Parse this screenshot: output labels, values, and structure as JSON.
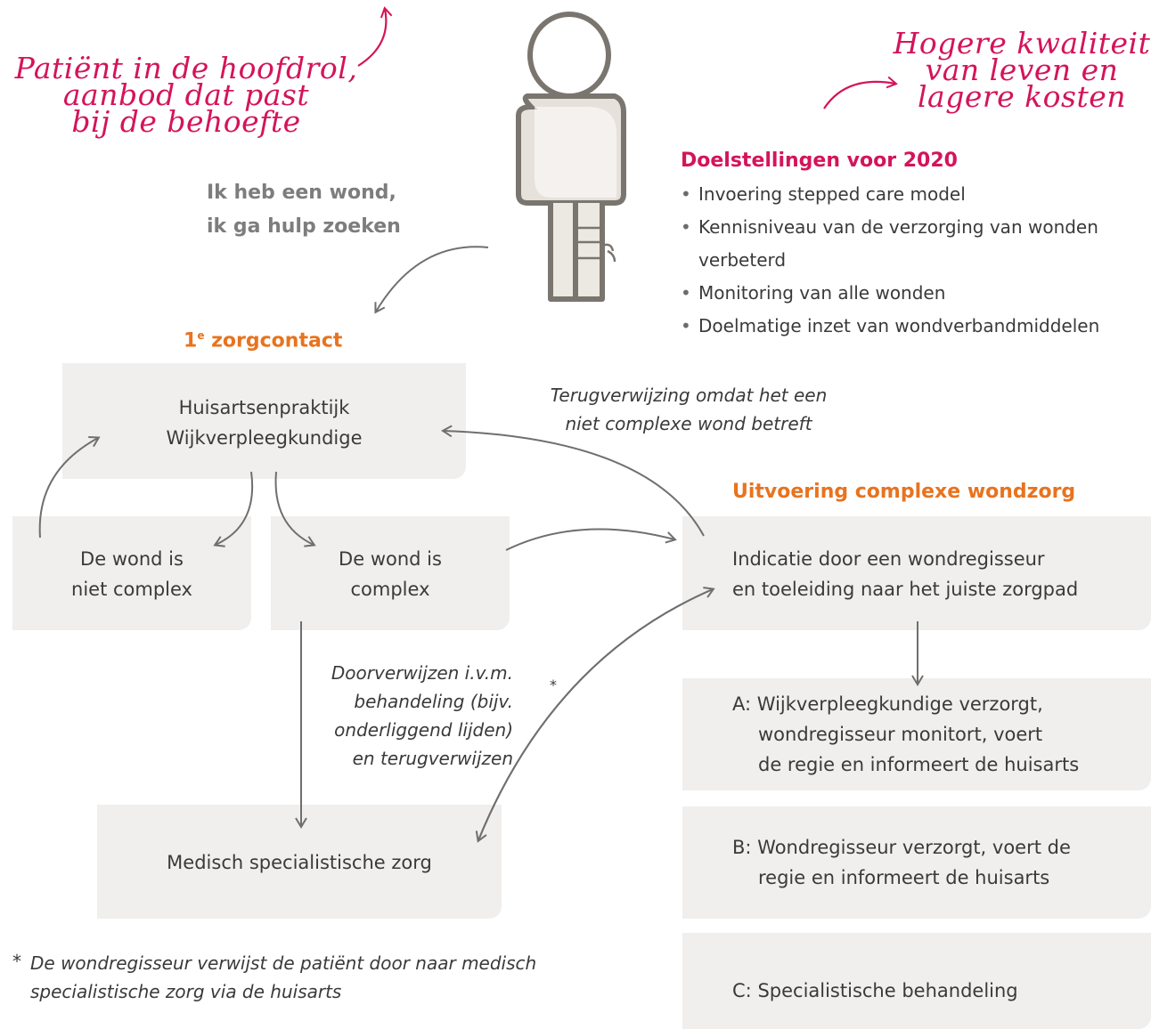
{
  "handwritten": {
    "patient": [
      "Patiënt in de hoofdrol,",
      "aanbod dat past",
      "bij de behoefte"
    ],
    "quality": [
      "Hogere kwaliteit",
      "van leven en",
      "lagere kosten"
    ]
  },
  "patient_quote": [
    "Ik heb een wond,",
    "ik ga hulp zoeken"
  ],
  "goals": {
    "title": "Doelstellingen voor 2020",
    "items": [
      "Invoering stepped care model",
      "Kennisniveau van de verzorging van wonden verbeterd",
      "Monitoring van alle wonden",
      "Doelmatige inzet van wondverbandmiddelen"
    ]
  },
  "first_contact": {
    "prefix": "1",
    "sup": "e",
    "label": "zorgcontact"
  },
  "boxes": {
    "primary": [
      "Huisartsenpraktijk",
      "Wijkverpleegkundige"
    ],
    "not_complex": [
      "De wond is",
      "niet complex"
    ],
    "complex": [
      "De wond is",
      "complex"
    ],
    "specialist": "Medisch specialistische zorg",
    "indication": [
      "Indicatie door een wondregisseur",
      "en toeleiding naar het juiste zorgpad"
    ],
    "option_a": {
      "label": "A:",
      "lines": [
        "Wijkverpleegkundige verzorgt,",
        "wondregisseur monitort, voert",
        "de regie en informeert de huisarts"
      ]
    },
    "option_b": {
      "label": "B:",
      "lines": [
        "Wondregisseur verzorgt, voert de",
        "regie en informeert de huisarts"
      ]
    },
    "option_c": {
      "label": "C:",
      "lines": [
        "Specialistische behandeling"
      ]
    }
  },
  "complex_care_title": "Uitvoering complexe wondzorg",
  "notes": {
    "referral_back": [
      "Terugverwijzing omdat het een",
      "niet complexe wond betreft"
    ],
    "referral_treatment": [
      "Doorverwijzen i.v.m.",
      "behandeling (bijv.",
      "onderliggend lijden)",
      "en terugverwijzen"
    ],
    "asterisk": "*",
    "footnote_mark": "*",
    "footnote": [
      "De wondregisseur verwijst de patiënt door naar medisch",
      "specialistische zorg via de huisarts"
    ]
  },
  "colors": {
    "accent_red": "#d4145a",
    "accent_orange": "#e8731e",
    "box_bg": "#f0efed",
    "arrow": "#6f6f6f"
  }
}
